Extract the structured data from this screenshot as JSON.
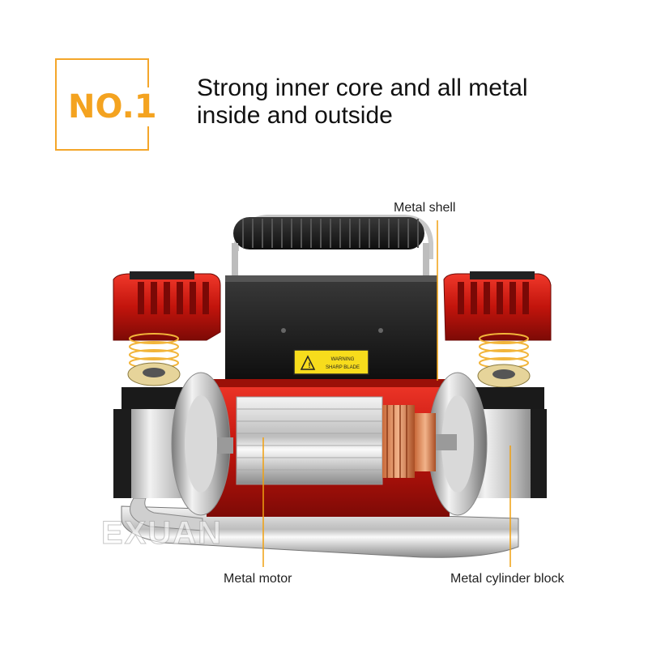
{
  "badge": {
    "text": "NO.1",
    "color": "#f4a320"
  },
  "headline": {
    "line1": "Strong inner core and all metal",
    "line2": "inside and outside"
  },
  "labels": {
    "shell": "Metal shell",
    "motor": "Metal motor",
    "cylinder": "Metal cylinder block"
  },
  "warning": {
    "line1": "WARNING",
    "line2": "SHARP BLADE"
  },
  "watermark": "EXUAN",
  "colors": {
    "accent": "#f4a320",
    "red": "#d11a12",
    "pointer": "#f0a010"
  }
}
